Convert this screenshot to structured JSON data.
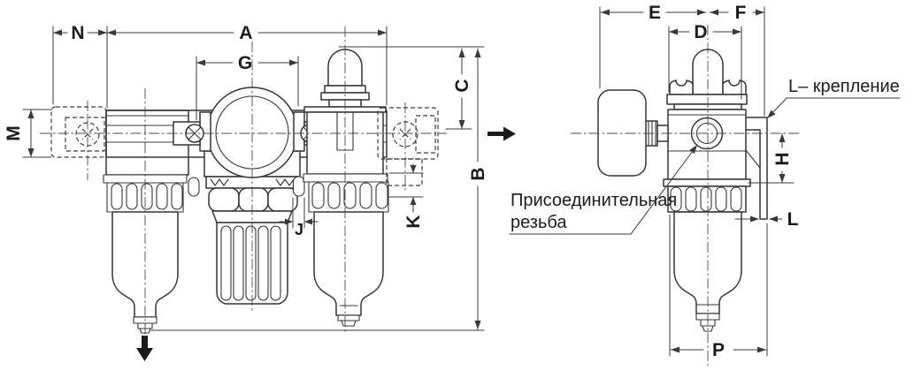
{
  "colors": {
    "background": "#ffffff",
    "line_color": "#383435",
    "text_color": "#1f1b1c"
  },
  "left_view": {
    "dim_labels": {
      "N": "N",
      "A": "A",
      "G": "G",
      "C": "C",
      "M": "M",
      "B": "B",
      "J": "J",
      "K": "K"
    }
  },
  "right_view": {
    "dim_labels": {
      "E": "E",
      "F": "F",
      "D": "D",
      "H": "H",
      "L": "L",
      "P": "P"
    }
  },
  "annotations": {
    "mounting": "L– крепление",
    "thread_line1": "Присоединительная",
    "thread_line2": "резьба"
  }
}
